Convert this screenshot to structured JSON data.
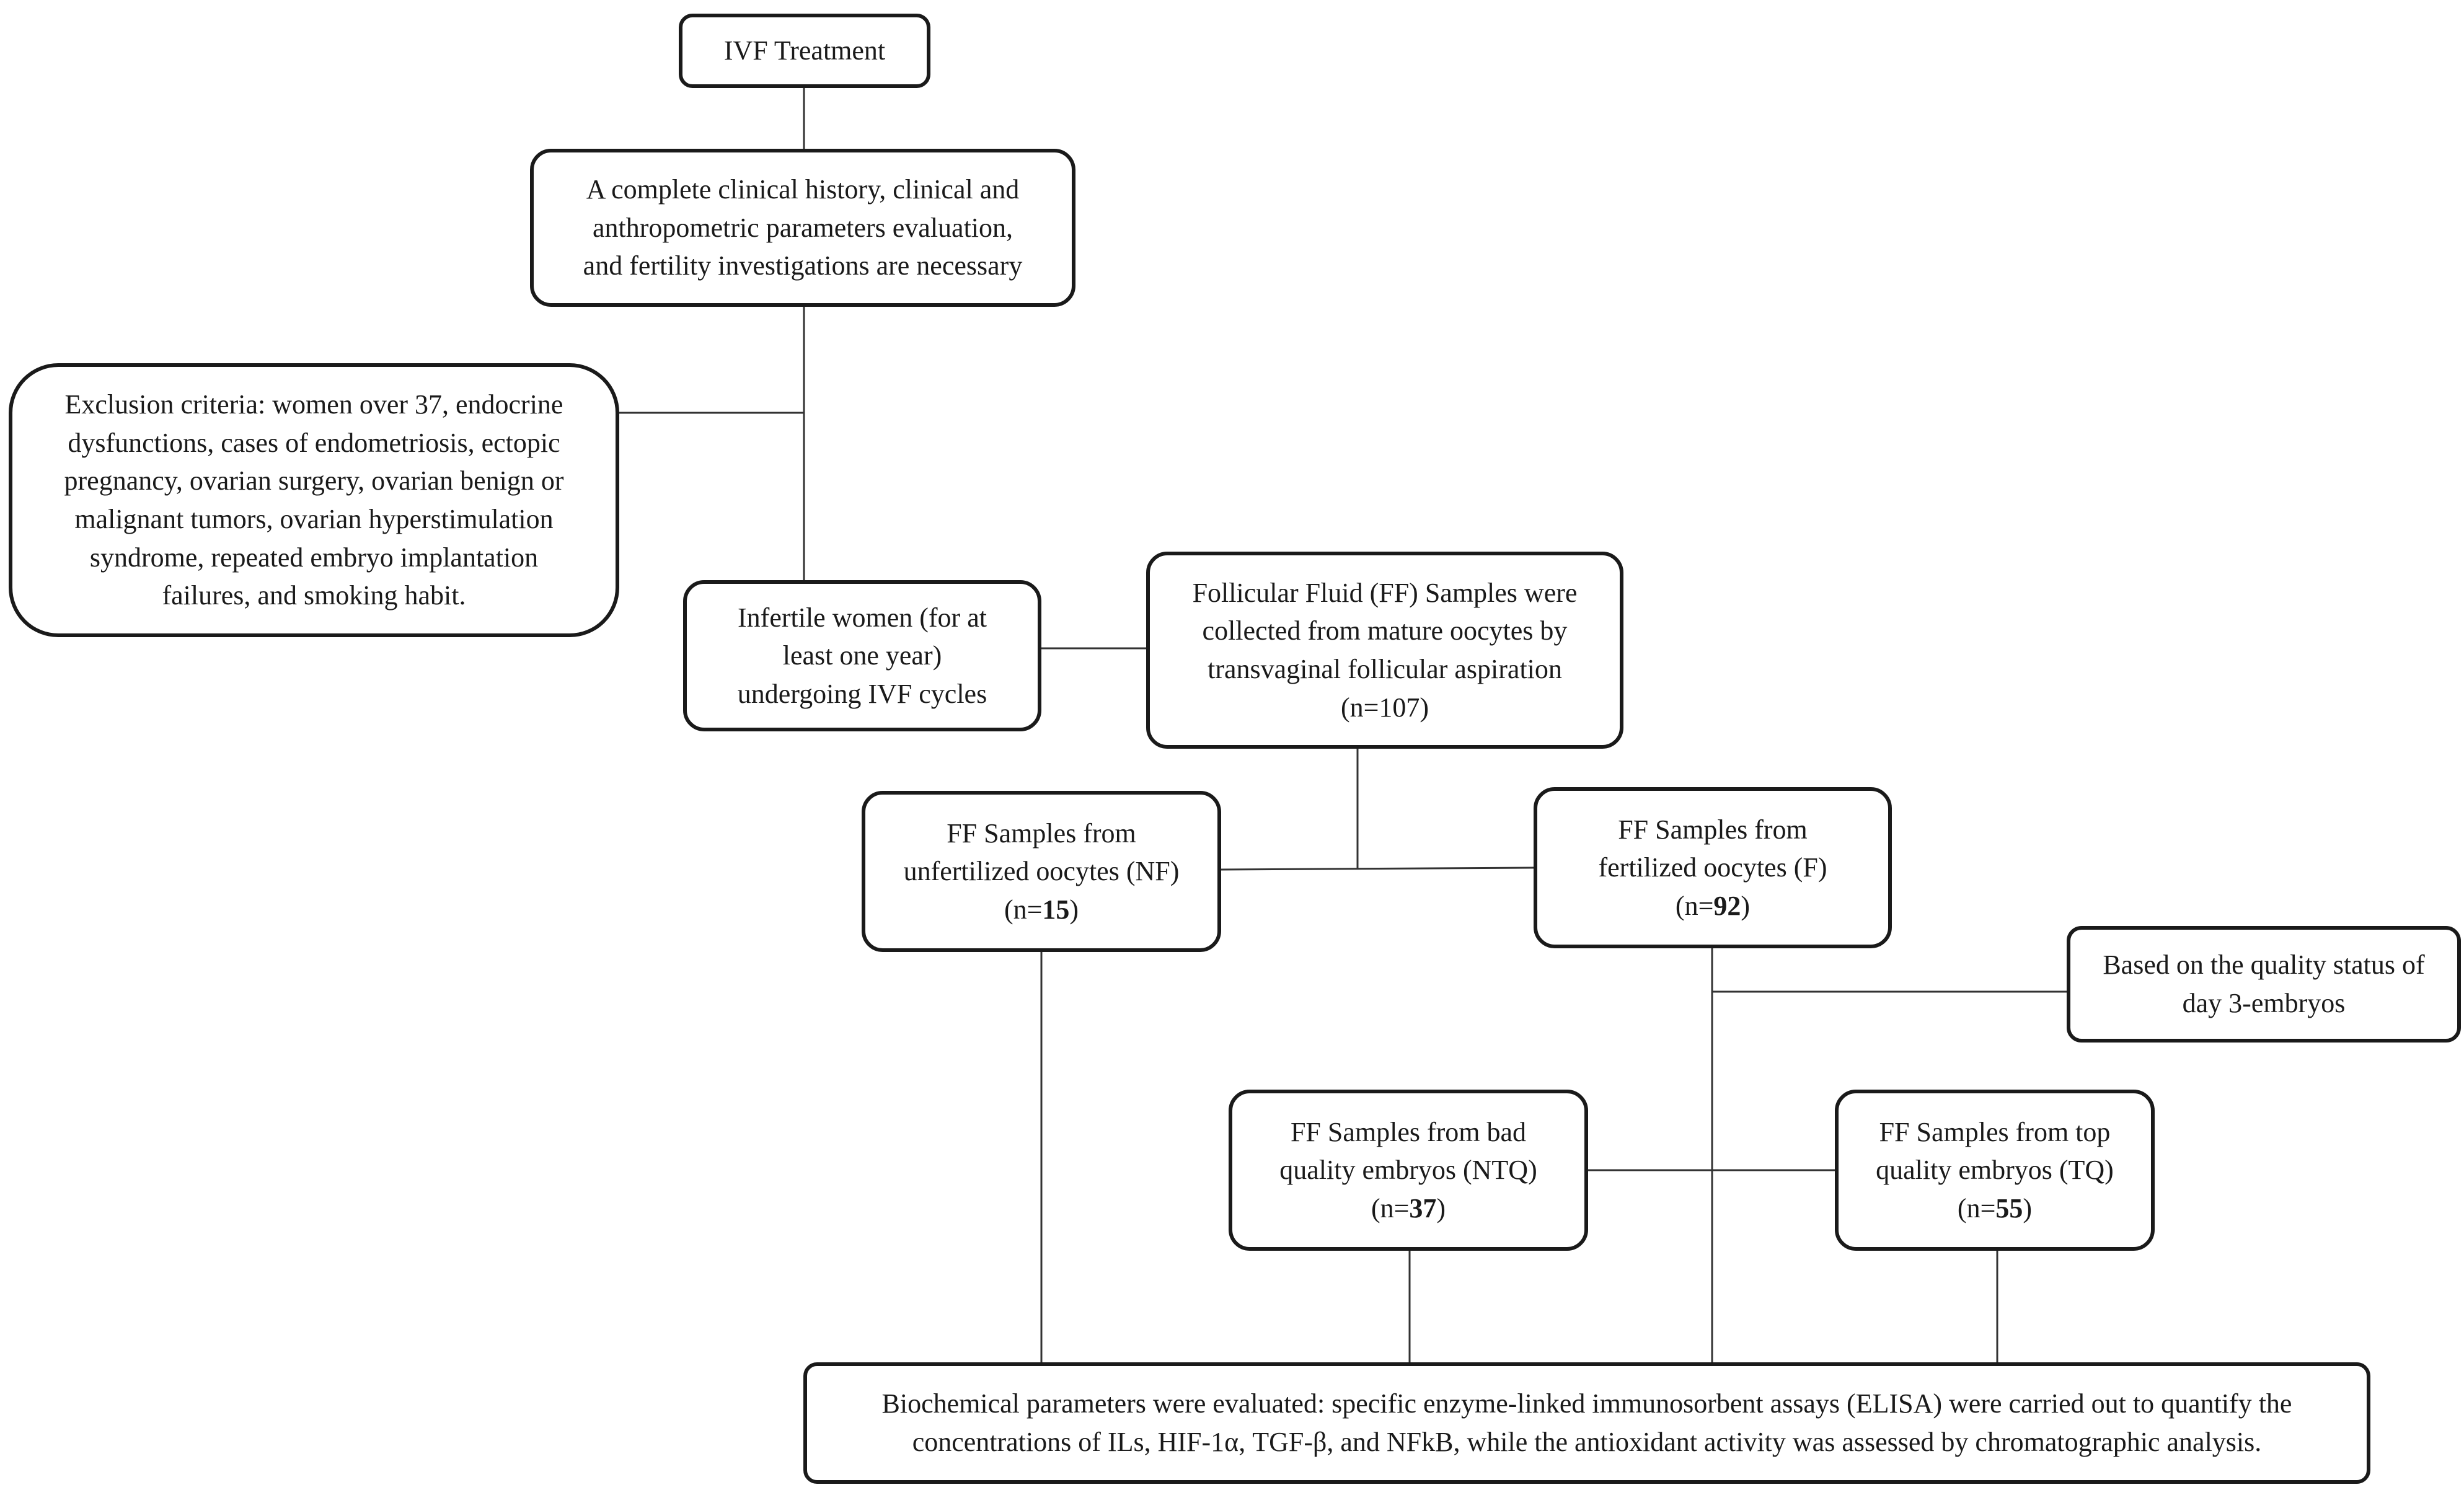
{
  "nodes": {
    "ivf": "IVF Treatment",
    "history": "A complete clinical history, clinical and\nanthropometric parameters evaluation,\nand fertility investigations are necessary",
    "exclusion": "Exclusion criteria: women over 37, endocrine\ndysfunctions,  cases of endometriosis, ectopic\npregnancy, ovarian surgery, ovarian benign or\nmalignant tumors, ovarian hyperstimulation\nsyndrome, repeated embryo implantation\nfailures, and smoking habit.",
    "infertile": "Infertile women (for at\nleast one year)\nundergoing IVF cycles",
    "ff_samples": "Follicular Fluid (FF) Samples were\ncollected from mature oocytes by\ntransvaginal follicular aspiration\n(n=107)",
    "nf": {
      "label": "FF Samples from\nunfertilized oocytes (NF)",
      "count": "15"
    },
    "f": {
      "label": "FF Samples from\nfertilized oocytes (F)",
      "count": "92"
    },
    "quality": "Based on the quality status of\nday 3-embryos",
    "ntq": {
      "label": "FF Samples from bad\nquality embryos (NTQ)",
      "count": "37"
    },
    "tq": {
      "label": "FF Samples from top\nquality embryos (TQ)",
      "count": "55"
    },
    "biochem": "Biochemical parameters were evaluated: specific enzyme-linked immunosorbent assays (ELISA) were carried out to quantify the concentrations of ILs, HIF-1α,  TGF-β, and NFkB, while the antioxidant activity was assessed by chromatographic analysis."
  },
  "count_prefix": "(n=",
  "count_suffix": ")"
}
